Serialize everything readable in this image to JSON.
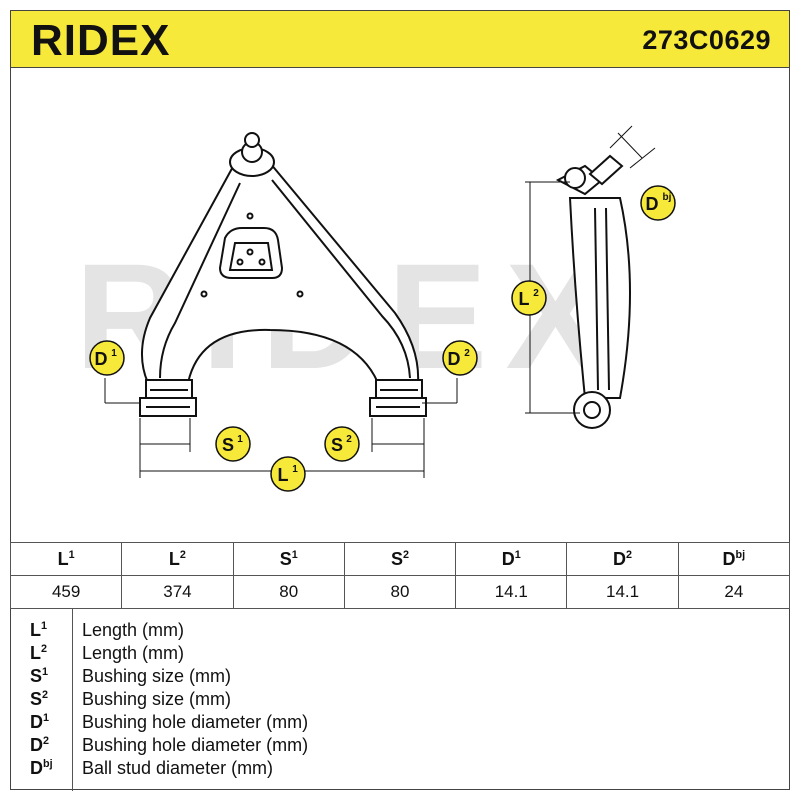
{
  "header": {
    "brand": "RIDEX",
    "part_number": "273C0629",
    "brand_color": "#111111",
    "background_color": "#f7e93a"
  },
  "drawing": {
    "watermark": "RIDEX",
    "badges": {
      "d1": {
        "base": "D",
        "sup": "1"
      },
      "d2": {
        "base": "D",
        "sup": "2"
      },
      "s1": {
        "base": "S",
        "sup": "1"
      },
      "s2": {
        "base": "S",
        "sup": "2"
      },
      "l1": {
        "base": "L",
        "sup": "1"
      },
      "l2": {
        "base": "L",
        "sup": "2"
      },
      "dbj": {
        "base": "D",
        "sup": "bj"
      }
    },
    "badge_color": "#f7e93a"
  },
  "specs": {
    "headers": [
      {
        "base": "L",
        "sup": "1"
      },
      {
        "base": "L",
        "sup": "2"
      },
      {
        "base": "S",
        "sup": "1"
      },
      {
        "base": "S",
        "sup": "2"
      },
      {
        "base": "D",
        "sup": "1"
      },
      {
        "base": "D",
        "sup": "2"
      },
      {
        "base": "D",
        "sup": "bj"
      }
    ],
    "values": [
      "459",
      "374",
      "80",
      "80",
      "14.1",
      "14.1",
      "24"
    ]
  },
  "legend": [
    {
      "base": "L",
      "sup": "1",
      "desc": "Length (mm)"
    },
    {
      "base": "L",
      "sup": "2",
      "desc": "Length (mm)"
    },
    {
      "base": "S",
      "sup": "1",
      "desc": "Bushing size (mm)"
    },
    {
      "base": "S",
      "sup": "2",
      "desc": "Bushing size (mm)"
    },
    {
      "base": "D",
      "sup": "1",
      "desc": "Bushing hole diameter (mm)"
    },
    {
      "base": "D",
      "sup": "2",
      "desc": "Bushing hole diameter (mm)"
    },
    {
      "base": "D",
      "sup": "bj",
      "desc": "Ball stud diameter (mm)"
    }
  ]
}
